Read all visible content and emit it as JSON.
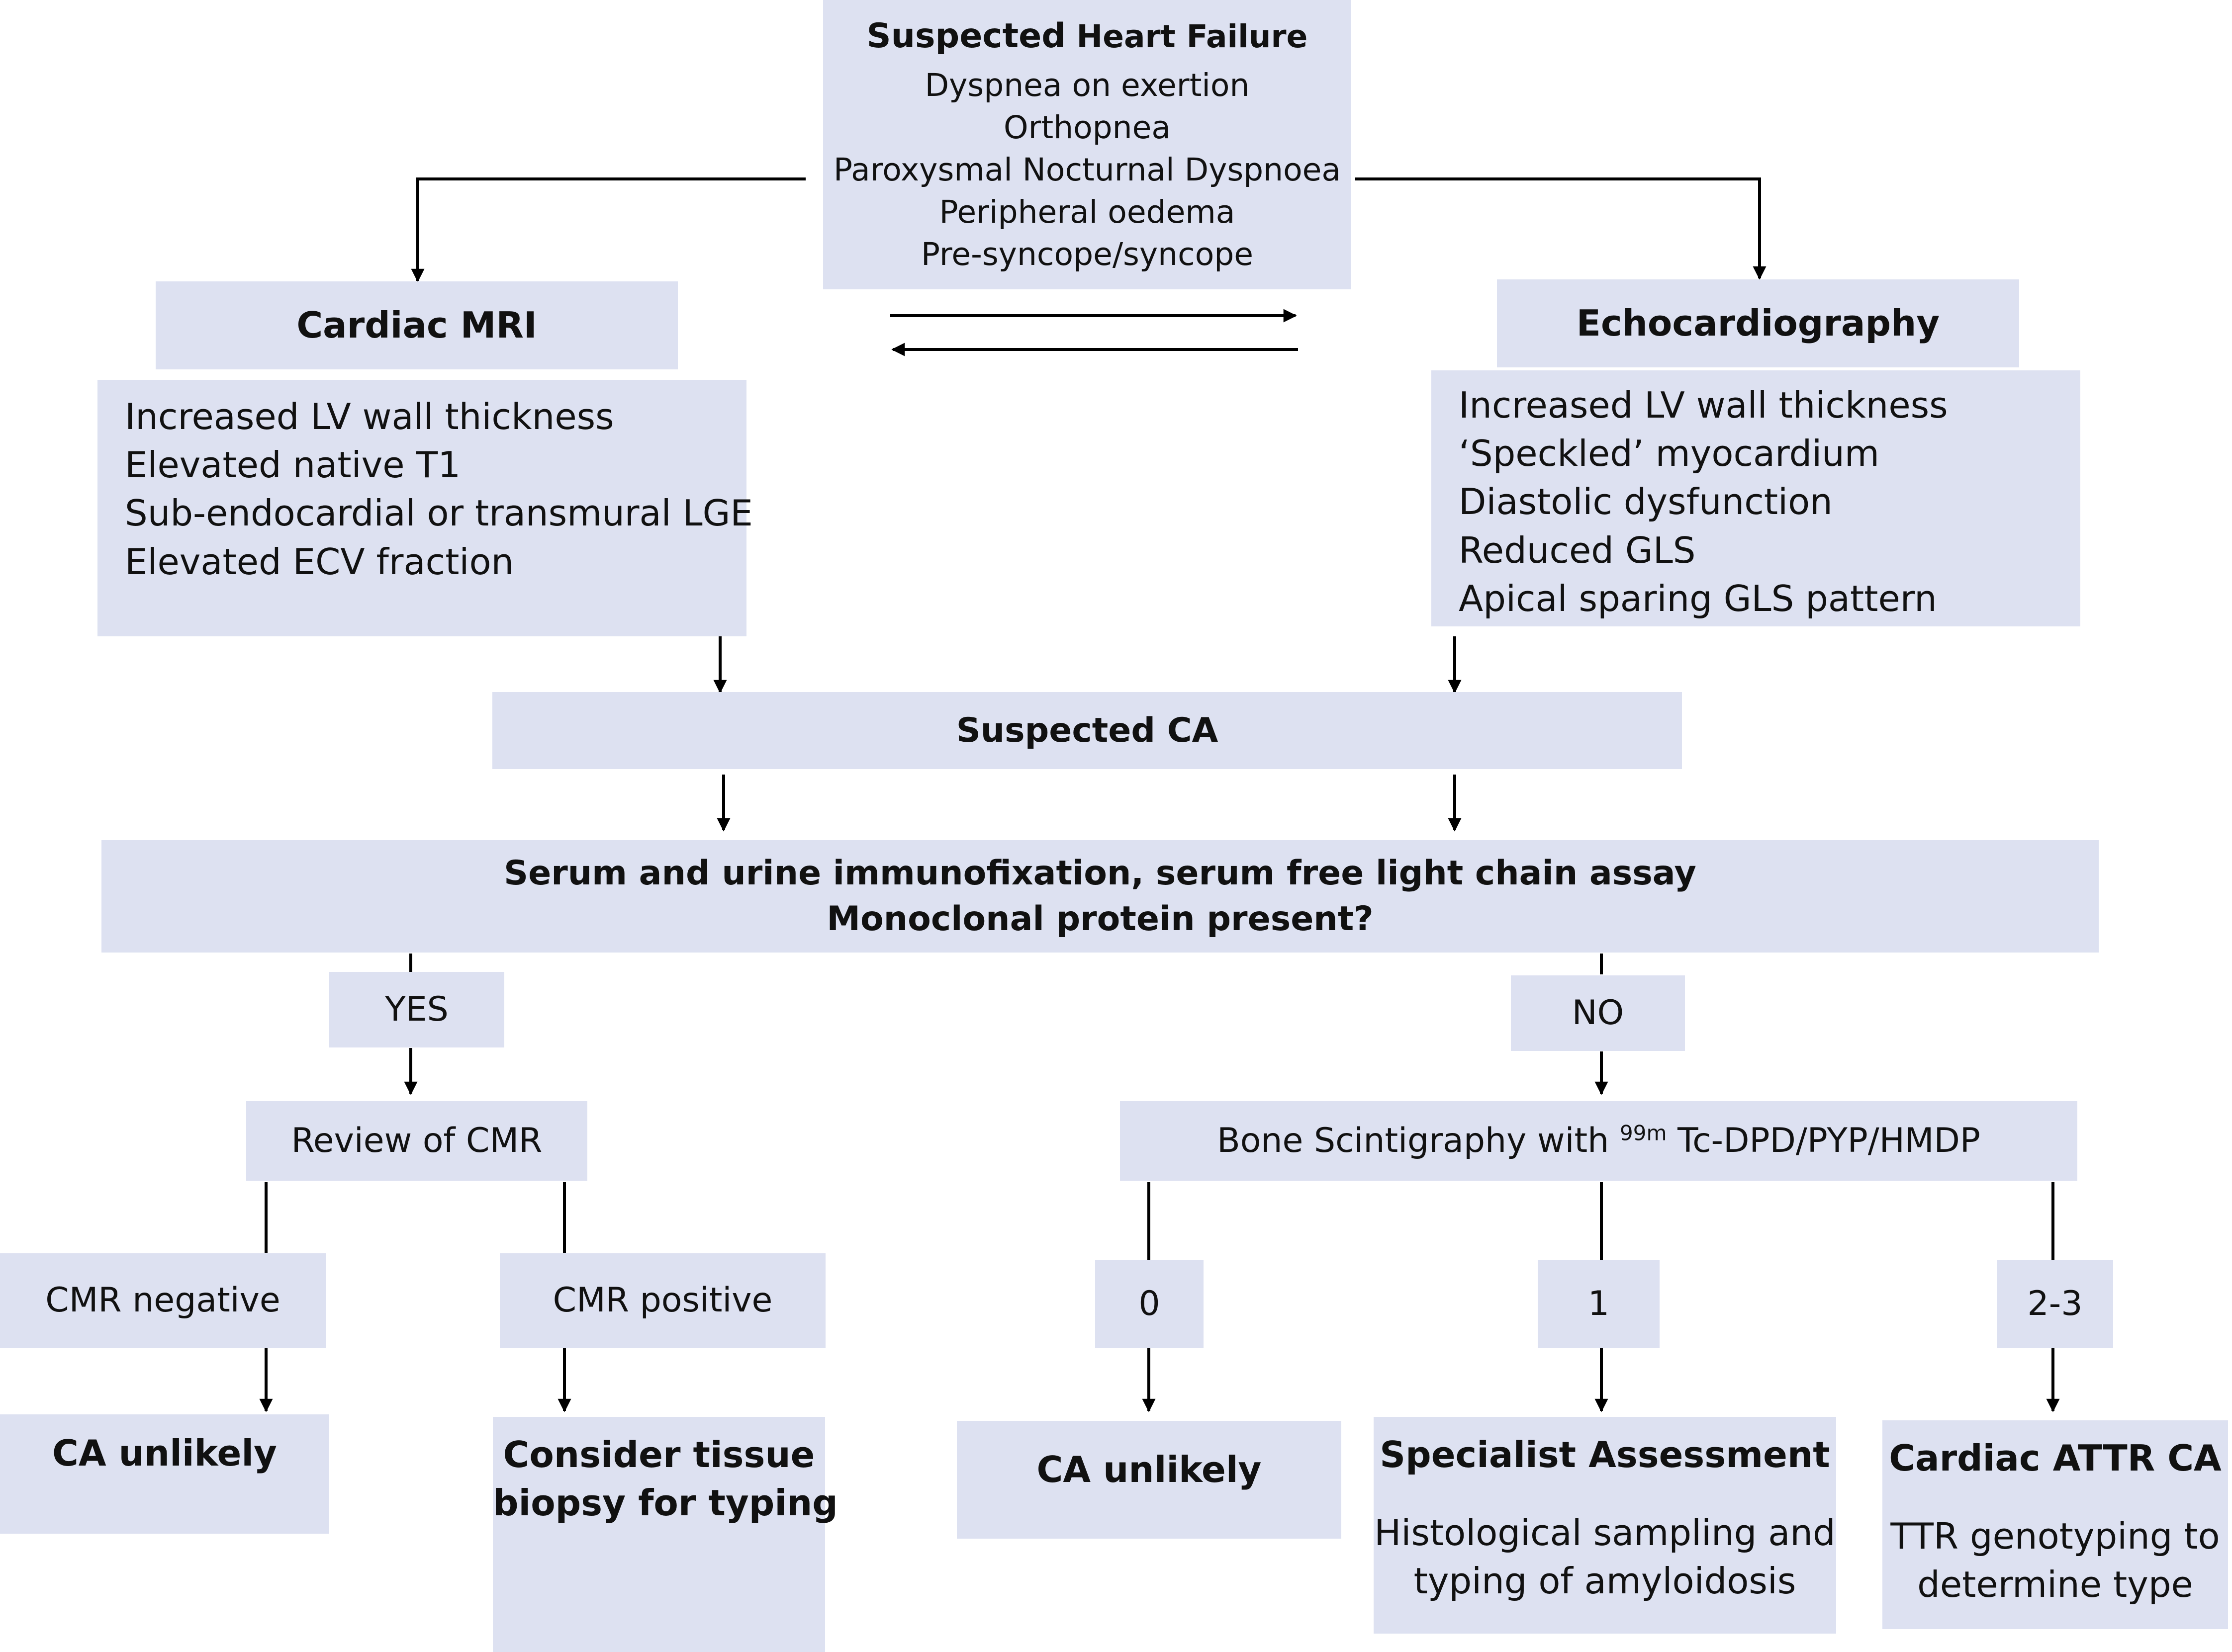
{
  "top": {
    "title_bold": "Suspected",
    "title_rest": "Heart Failure",
    "symptoms": [
      "Dyspnea on exertion",
      "Orthopnea",
      "Paroxysmal Nocturnal Dyspnoea",
      "Peripheral oedema",
      "Pre-syncope/syncope"
    ]
  },
  "mri": {
    "title": "Cardiac MRI",
    "findings": [
      "Increased LV wall thickness",
      "Elevated native T1",
      "Sub-endocardial or transmural LGE",
      "Elevated ECV fraction"
    ]
  },
  "echo": {
    "title": "Echocardiography",
    "findings": [
      "Increased LV wall thickness",
      "‘Speckled’ myocardium",
      "Diastolic dysfunction",
      "Reduced GLS",
      "Apical sparing GLS pattern"
    ]
  },
  "suspected_ca": "Suspected CA",
  "serum": {
    "line1": "Serum and urine  immunofixation, serum free light chain assay",
    "line2": "Monoclonal protein present?"
  },
  "yes_label": "YES",
  "no_label": "NO",
  "review_cmr": "Review of CMR",
  "bone": {
    "prefix": "Bone Scintigraphy with ",
    "superscript": "99m",
    "suffix": " Tc-DPD/PYP/HMDP"
  },
  "cmr_negative": "CMR negative",
  "cmr_positive": "CMR positive",
  "grades": [
    "0",
    "1",
    "2-3"
  ],
  "ca_unlikely_left": "CA unlikely",
  "consider_biopsy": [
    "Consider tissue",
    "biopsy for typing"
  ],
  "ca_unlikely_right": "CA unlikely",
  "specialist": {
    "title": "Specialist Assessment",
    "lines": [
      "Histological sampling and",
      "typing of amyloidosis"
    ]
  },
  "attr": {
    "title": "Cardiac ATTR  CA",
    "lines": [
      "TTR genotyping to",
      "determine type"
    ]
  },
  "colors": {
    "box_fill": "#dde1f1",
    "line": "#000000",
    "text": "#111111"
  }
}
